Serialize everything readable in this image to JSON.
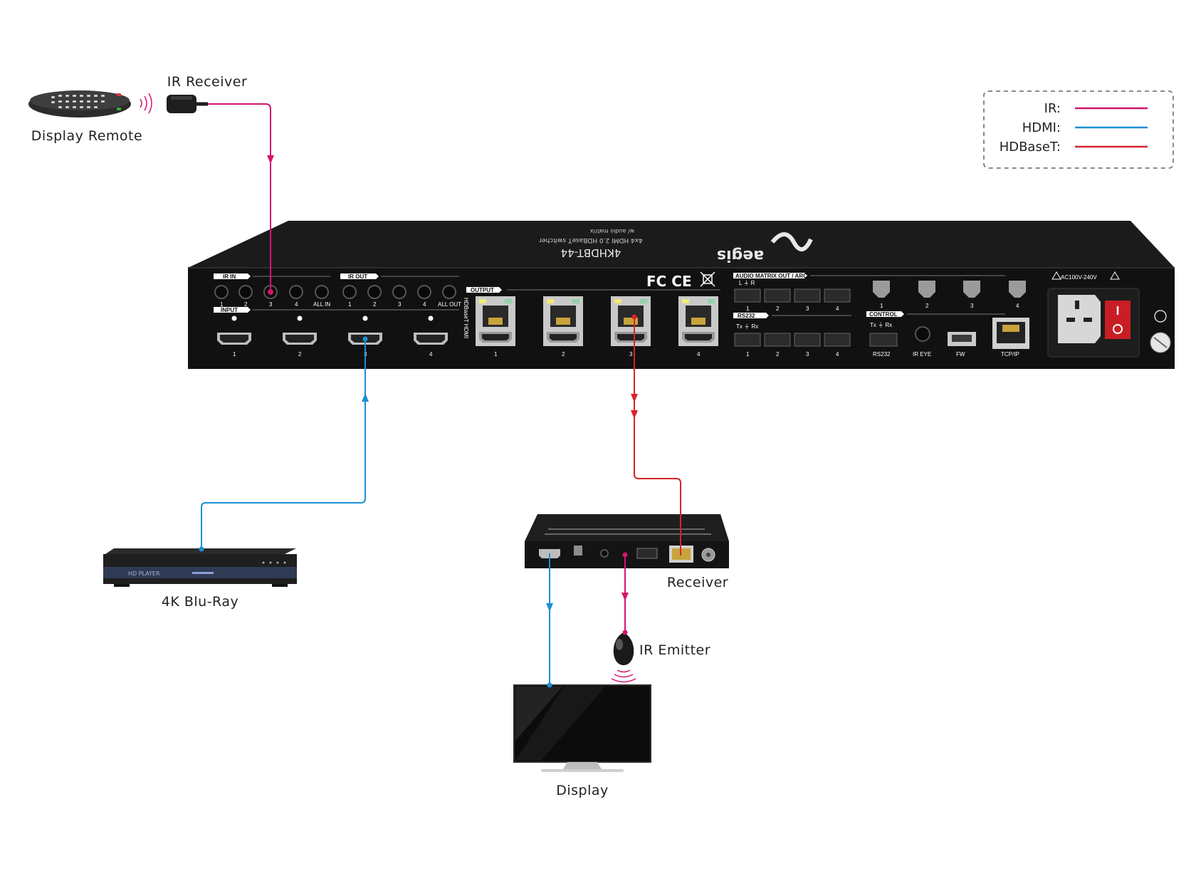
{
  "labels": {
    "display_remote": "Display Remote",
    "ir_receiver": "IR Receiver",
    "bluray": "4K Blu-Ray",
    "receiver": "Receiver",
    "ir_emitter": "IR Emitter",
    "display": "Display"
  },
  "legend": {
    "ir": "IR:",
    "hdmi": "HDMI:",
    "hdbaset": "HDBaseT:"
  },
  "colors": {
    "ir": "#d6156e",
    "hdmi": "#1a8fd6",
    "hdbaset": "#d8232a",
    "device_body": "#1b1b1b"
  },
  "device": {
    "brand": "aegis",
    "model": "4KHDBT-44",
    "description": "4x4 HDMI 2.0 HDBaseT switcher",
    "subtitle": "w/ audio matrix",
    "ir_in": "IR IN",
    "ir_out": "IR OUT",
    "input": "INPUT",
    "output": "OUTPUT",
    "all_in": "ALL IN",
    "all_out": "ALL OUT",
    "hdbaset_hdmi": "HDBaseT HDMI",
    "audio_matrix": "AUDIO MATRIX OUT / ARC",
    "rs232": "RS232",
    "control": "CONTROL",
    "ir_eye": "IR EYE",
    "fw": "FW",
    "tcpip": "TCP/IP",
    "power": "AC100V-240V",
    "txrx": "Tx ⏚ Rx",
    "lr": "L ⏚ R",
    "cert": "FC CE"
  },
  "bluray_panel_text": "HD PLAYER"
}
